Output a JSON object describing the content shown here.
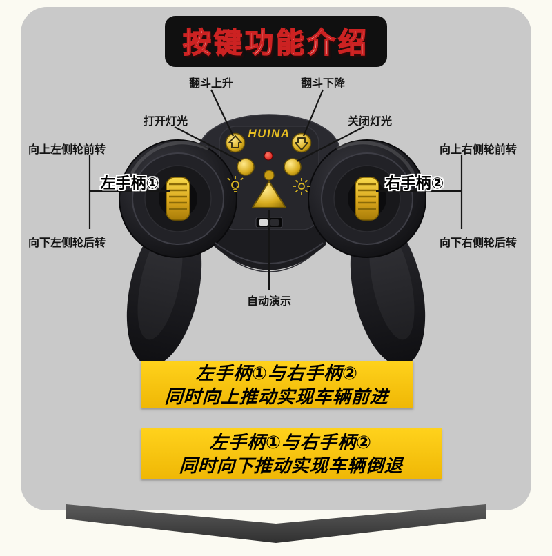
{
  "title": "按键功能介绍",
  "brand": "HUINA",
  "callouts": {
    "dump_up": "翻斗上升",
    "dump_down": "翻斗下降",
    "light_on": "打开灯光",
    "light_off": "关闭灯光",
    "left_wheel_up": "向上左侧轮前转",
    "left_wheel_down": "向下左侧轮后转",
    "right_wheel_up": "向上右侧轮前转",
    "right_wheel_down": "向下右侧轮后转",
    "left_handle": "左手柄①",
    "right_handle": "右手柄②",
    "auto_demo": "自动演示"
  },
  "banners": [
    {
      "line1": "左手柄①与右手柄②",
      "line2": "同时向上推动实现车辆前进"
    },
    {
      "line1": "左手柄①与右手柄②",
      "line2": "同时向下推动实现车辆倒退"
    }
  ],
  "colors": {
    "accent_gold": "#f0b90b",
    "panel_gray": "#c9c9c9",
    "title_red": "#cc2222",
    "led_red": "#e01010"
  }
}
